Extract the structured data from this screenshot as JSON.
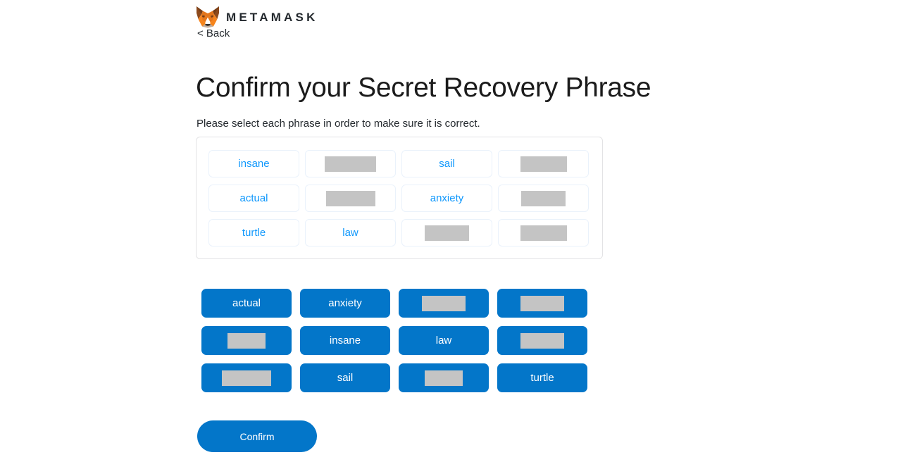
{
  "brand": {
    "logo_icon": "metamask-fox-icon",
    "wordmark": "METAMASK",
    "colors": {
      "fox_light": "#f5841f",
      "fox_mid": "#e4761b",
      "fox_dark": "#763d16",
      "fox_pale": "#f6851b"
    }
  },
  "nav": {
    "back_label": "< Back",
    "back_icon": "chevron-left-icon"
  },
  "header": {
    "title": "Confirm your Secret Recovery Phrase",
    "subtitle": "Please select each phrase in order to make sure it is correct."
  },
  "theme": {
    "accent_blue": "#0376c9",
    "link_blue": "#1098fc",
    "redaction_gray": "#c4c4c4",
    "border_gray": "#e3e3e5",
    "cell_border": "#eaf2fb",
    "text_dark": "#24292e"
  },
  "phrase_grid": {
    "columns": 4,
    "rows": 3,
    "cells": [
      {
        "label": "insane",
        "redacted": false,
        "redact_width": 0
      },
      {
        "label": "",
        "redacted": true,
        "redact_width": 73
      },
      {
        "label": "sail",
        "redacted": false,
        "redact_width": 0
      },
      {
        "label": "",
        "redacted": true,
        "redact_width": 66
      },
      {
        "label": "actual",
        "redacted": false,
        "redact_width": 0
      },
      {
        "label": "",
        "redacted": true,
        "redact_width": 70
      },
      {
        "label": "anxiety",
        "redacted": false,
        "redact_width": 0
      },
      {
        "label": "",
        "redacted": true,
        "redact_width": 63
      },
      {
        "label": "turtle",
        "redacted": false,
        "redact_width": 0
      },
      {
        "label": "law",
        "redacted": false,
        "redact_width": 0
      },
      {
        "label": "",
        "redacted": true,
        "redact_width": 63
      },
      {
        "label": "",
        "redacted": true,
        "redact_width": 66
      }
    ]
  },
  "word_buttons": {
    "columns": 4,
    "rows": 3,
    "items": [
      {
        "label": "actual",
        "redacted": false,
        "redact_width": 0
      },
      {
        "label": "anxiety",
        "redacted": false,
        "redact_width": 0
      },
      {
        "label": "",
        "redacted": true,
        "redact_width": 62
      },
      {
        "label": "",
        "redacted": true,
        "redact_width": 62
      },
      {
        "label": "",
        "redacted": true,
        "redact_width": 54
      },
      {
        "label": "insane",
        "redacted": false,
        "redact_width": 0
      },
      {
        "label": "law",
        "redacted": false,
        "redact_width": 0
      },
      {
        "label": "",
        "redacted": true,
        "redact_width": 62
      },
      {
        "label": "",
        "redacted": true,
        "redact_width": 70
      },
      {
        "label": "sail",
        "redacted": false,
        "redact_width": 0
      },
      {
        "label": "",
        "redacted": true,
        "redact_width": 54
      },
      {
        "label": "turtle",
        "redacted": false,
        "redact_width": 0
      }
    ]
  },
  "footer": {
    "confirm_label": "Confirm"
  }
}
